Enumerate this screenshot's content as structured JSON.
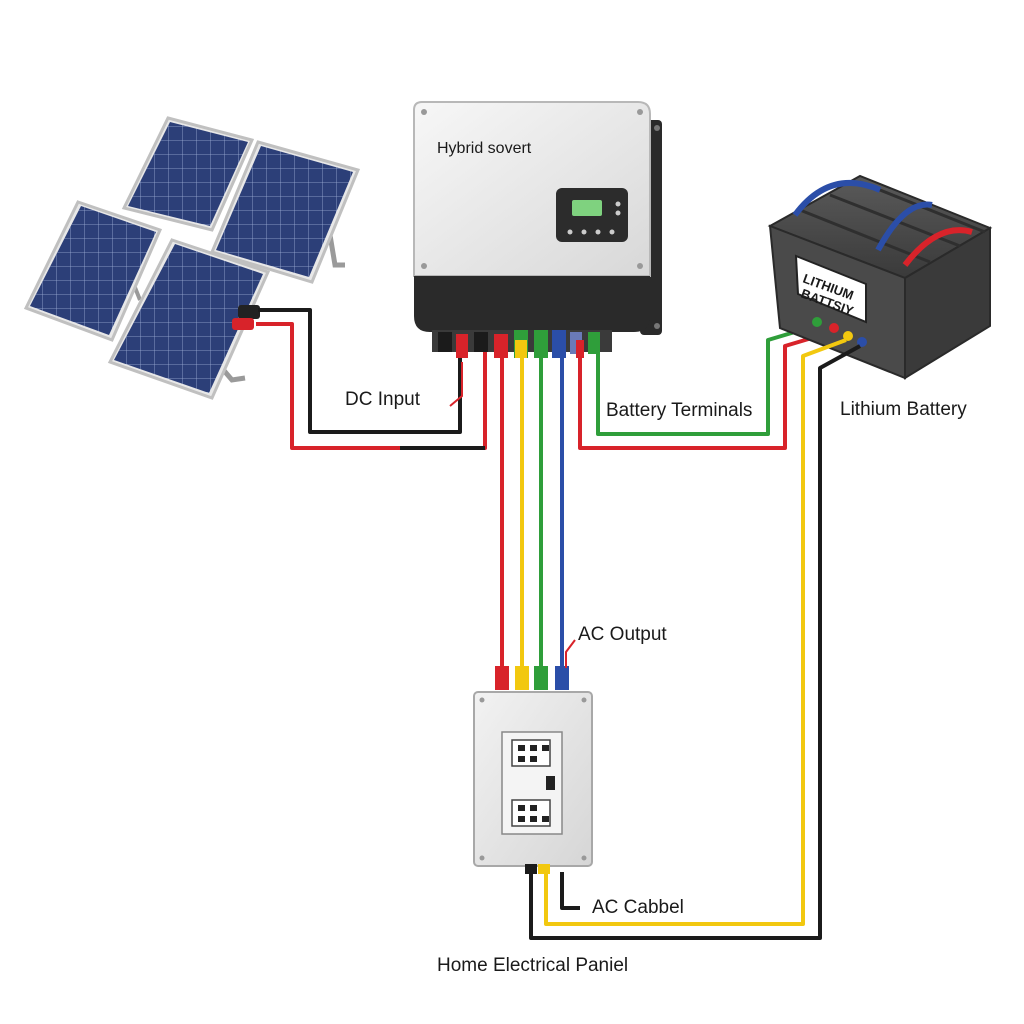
{
  "labels": {
    "inverter_name": "Hybrid sovert",
    "dc_input": "DC Input",
    "battery_terminals": "Battery Terminals",
    "lithium_battery": "Lithium Battery",
    "battery_label_line1": "LITHIUM",
    "battery_label_line2": "BATTSIY",
    "ac_output": "AC Output",
    "ac_cable": "AC Cabbel",
    "home_panel": "Home Electrical Paniel"
  },
  "colors": {
    "wire_red": "#d8232a",
    "wire_black": "#1b1b1b",
    "wire_yellow": "#f2c80f",
    "wire_green": "#2f9e3a",
    "wire_blue": "#2b4ea8",
    "panel_cell": "#2c3f78",
    "inverter_body": "#ececec",
    "inverter_base": "#2a2a2a",
    "battery_body": "#4a4a4a",
    "lcd_screen": "#7fd27f"
  },
  "icons": [
    "solar-panel-icon",
    "inverter-icon",
    "battery-icon",
    "breaker-panel-icon"
  ]
}
